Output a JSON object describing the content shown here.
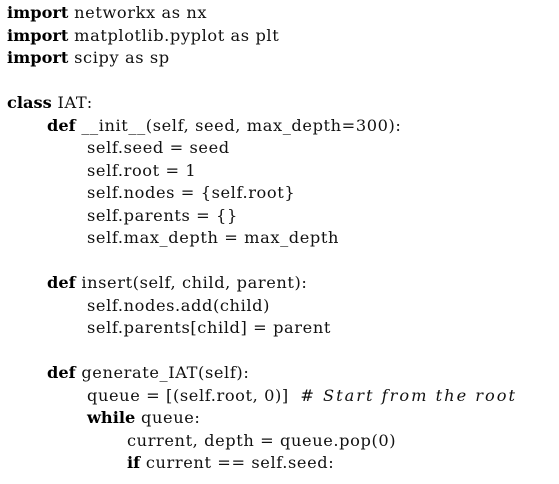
{
  "code": {
    "lines": [
      {
        "indent": 0,
        "kw": "import",
        "rest": " networkx as nx"
      },
      {
        "indent": 0,
        "kw": "import",
        "rest": " matplotlib.pyplot as plt"
      },
      {
        "indent": 0,
        "kw": "import",
        "rest": " scipy as sp"
      },
      {
        "indent": 0,
        "kw": "",
        "rest": ""
      },
      {
        "indent": 0,
        "kw": "class",
        "rest": " IAT:"
      },
      {
        "indent": 1,
        "kw": "def",
        "rest": " __init__(self, seed, max_depth=300):"
      },
      {
        "indent": 2,
        "kw": "",
        "rest": "self.seed = seed"
      },
      {
        "indent": 2,
        "kw": "",
        "rest": "self.root = 1"
      },
      {
        "indent": 2,
        "kw": "",
        "rest": "self.nodes = {self.root}"
      },
      {
        "indent": 2,
        "kw": "",
        "rest": "self.parents = {}"
      },
      {
        "indent": 2,
        "kw": "",
        "rest": "self.max_depth = max_depth"
      },
      {
        "indent": 0,
        "kw": "",
        "rest": ""
      },
      {
        "indent": 1,
        "kw": "def",
        "rest": " insert(self, child, parent):"
      },
      {
        "indent": 2,
        "kw": "",
        "rest": "self.nodes.add(child)"
      },
      {
        "indent": 2,
        "kw": "",
        "rest": "self.parents[child] = parent"
      },
      {
        "indent": 0,
        "kw": "",
        "rest": ""
      },
      {
        "indent": 1,
        "kw": "def",
        "rest": " generate_IAT(self):"
      },
      {
        "indent": 2,
        "kw": "",
        "rest": "queue = [(self.root, 0)]  ",
        "comment": "# Start from the root"
      },
      {
        "indent": 2,
        "kw": "while",
        "rest": " queue:"
      },
      {
        "indent": 3,
        "kw": "",
        "rest": "current, depth = queue.pop(0)"
      },
      {
        "indent": 3,
        "kw": "if",
        "rest": " current == self.seed:"
      }
    ]
  }
}
